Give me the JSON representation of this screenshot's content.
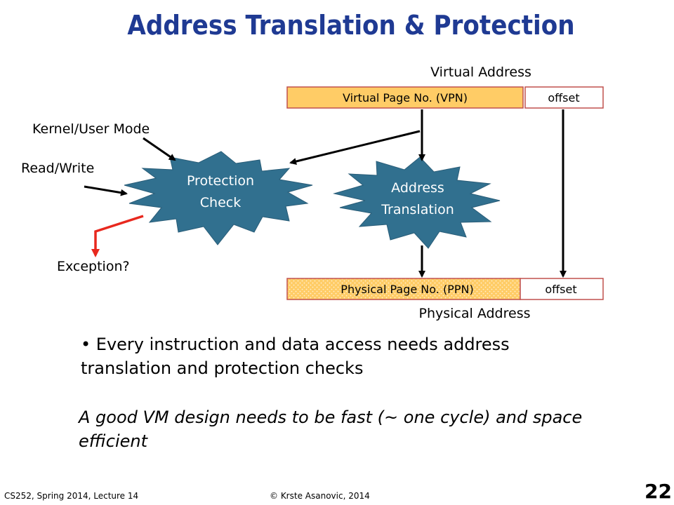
{
  "title": "Address Translation & Protection",
  "diagram": {
    "virtual_address_label": "Virtual Address",
    "vpn_label": "Virtual Page No. (VPN)",
    "virtual_offset_label": "offset",
    "kernel_user_mode_label": "Kernel/User Mode",
    "read_write_label": "Read/Write",
    "protection_check_line1": "Protection",
    "protection_check_line2": "Check",
    "address_translation_line1": "Address",
    "address_translation_line2": "Translation",
    "exception_label": "Exception?",
    "ppn_label": "Physical Page No. (PPN)",
    "physical_offset_label": "offset",
    "physical_address_label": "Physical Address",
    "colors": {
      "box_fill": "#ffcc66",
      "box_border": "#c0504d",
      "starburst_fill": "#31708f",
      "arrow_black": "#000000",
      "arrow_red": "#e8281e"
    }
  },
  "bullet": "Every instruction and data access needs address translation and protection checks",
  "note": "A good VM design needs to be fast (~ one cycle) and space efficient",
  "footer": {
    "course": "CS252, Spring 2014, Lecture 14",
    "copyright": "© Krste Asanovic, 2014",
    "slide_number": "22"
  }
}
